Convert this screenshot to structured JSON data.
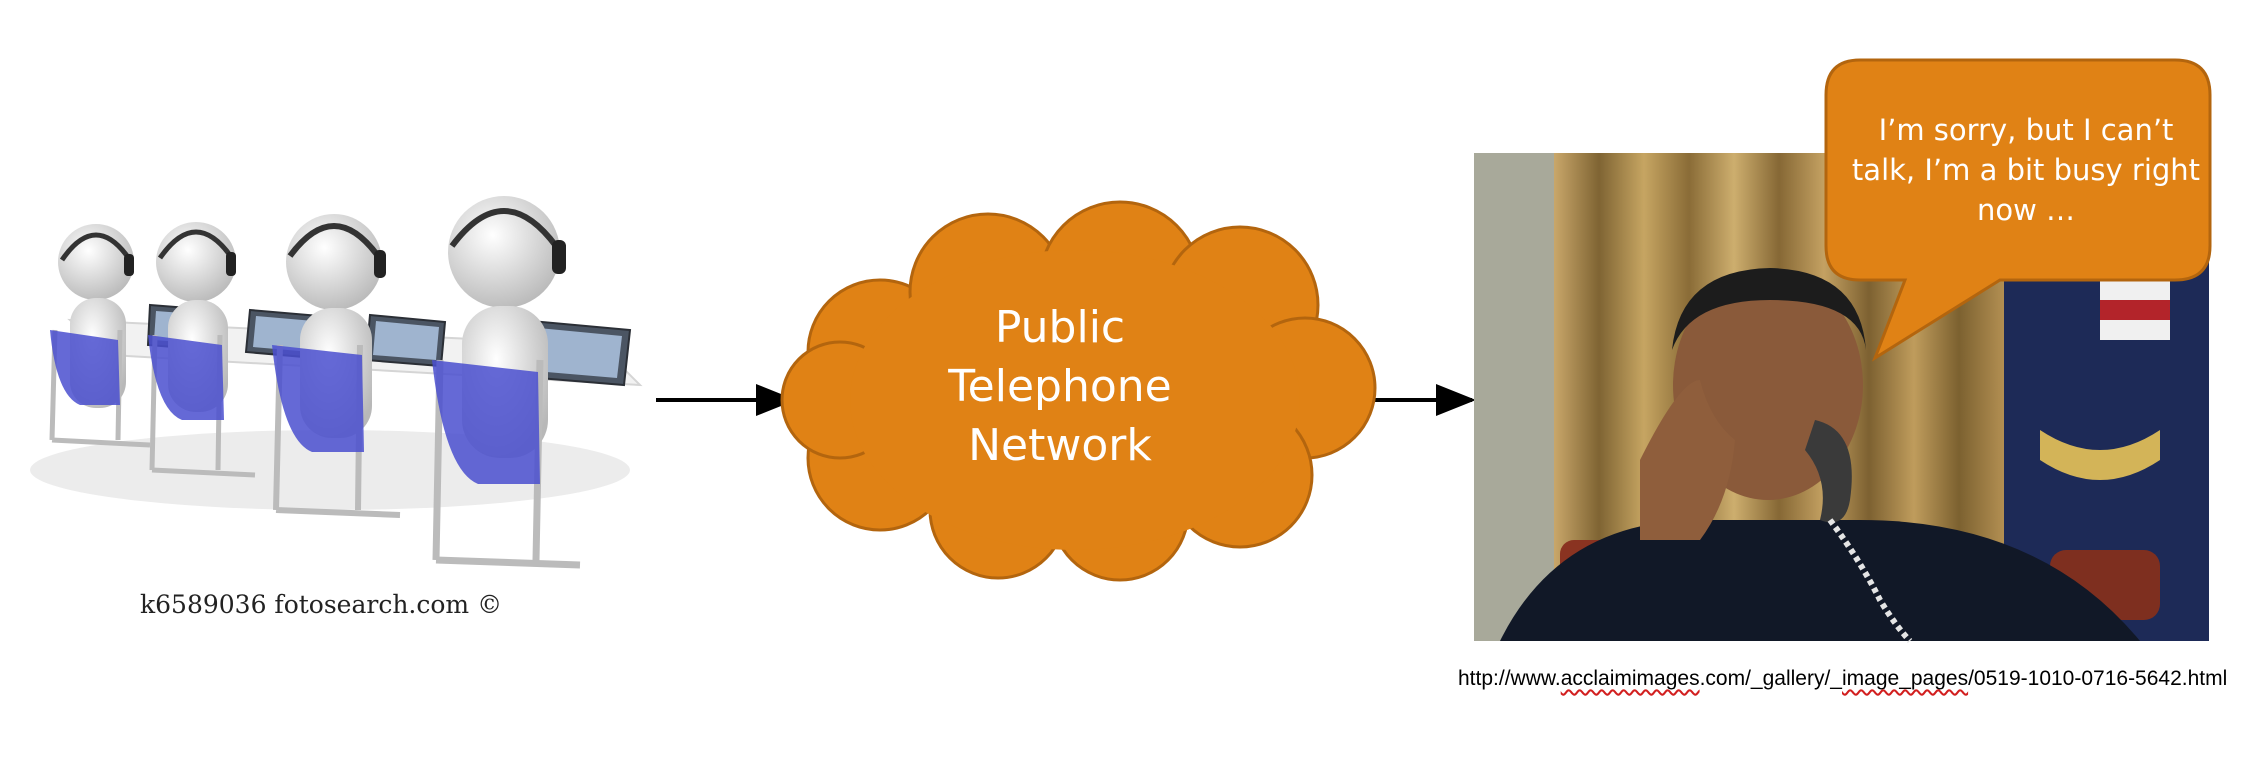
{
  "left_image": {
    "credit": "k6589036  fotosearch.com  ©"
  },
  "network": {
    "line1": "Public",
    "line2": "Telephone",
    "line3": "Network",
    "fill_color": "#E08215"
  },
  "speech_bubble": {
    "line1": "I’m sorry, but I can’t",
    "line2": "talk, I’m a bit busy right",
    "line3": "now …",
    "fill_color": "#E08215"
  },
  "right_image": {
    "credit_prefix": "http://www.",
    "credit_squiggle1": "acclaimimages",
    "credit_mid": ".com/_gallery/_",
    "credit_squiggle2": "image_pages",
    "credit_suffix": "/0519-1010-0716-5642.html"
  },
  "arrows": [
    "arrow-to-network",
    "arrow-to-recipient"
  ]
}
